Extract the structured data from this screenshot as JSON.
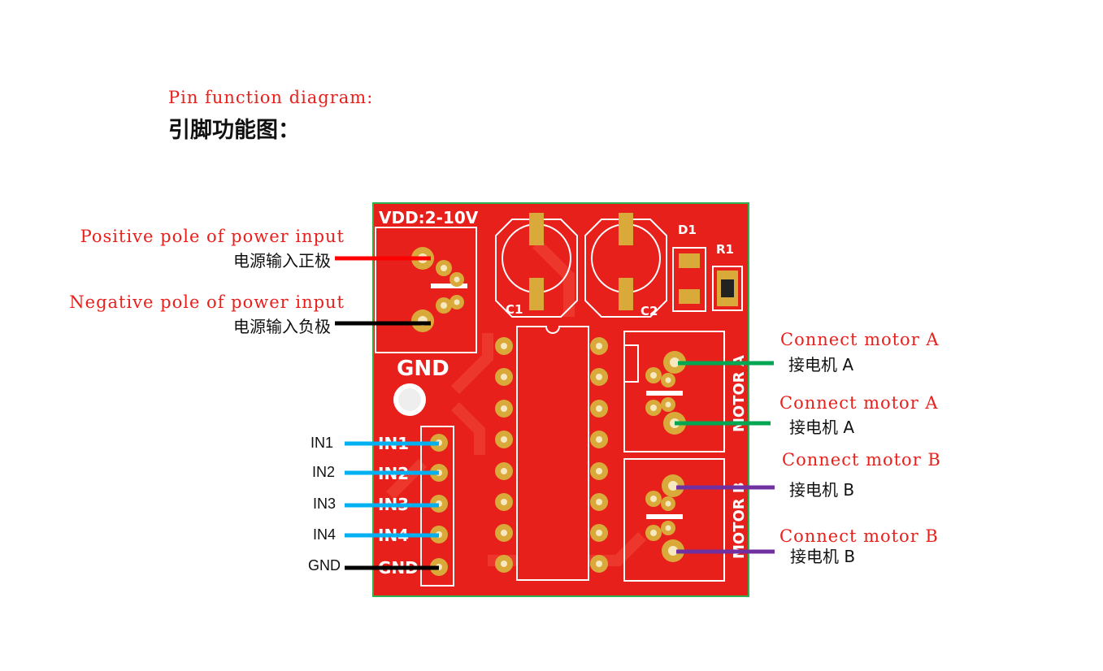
{
  "title": {
    "en": "Pin function diagram:",
    "zh": "引脚功能图："
  },
  "board": {
    "vdd_label": "VDD:2-10V",
    "gnd_label": "GND",
    "c1": "C1",
    "c2": "C2",
    "d1": "D1",
    "r1": "R1",
    "motor_a": "MOTOR A",
    "motor_b": "MOTOR B",
    "in_silks": [
      "IN1",
      "IN2",
      "IN3",
      "IN4",
      "GND"
    ]
  },
  "power_labels": [
    {
      "en": "Positive pole of power input",
      "zh": "电源输入正极",
      "wire_color": "#ff0000"
    },
    {
      "en": "Negative pole of power input",
      "zh": "电源输入负极",
      "wire_color": "#000000"
    }
  ],
  "motor_labels": [
    {
      "en": "Connect motor A",
      "zh": "接电机 A",
      "wire_color": "#00a651"
    },
    {
      "en": "Connect motor A",
      "zh": "接电机 A",
      "wire_color": "#00a651"
    },
    {
      "en": "Connect motor B",
      "zh": "接电机 B",
      "wire_color": "#7030a0"
    },
    {
      "en": "Connect motor B",
      "zh": "接电机 B",
      "wire_color": "#7030a0"
    }
  ],
  "input_pins": [
    {
      "label": "IN1",
      "wire_color": "#00b0f0"
    },
    {
      "label": "IN2",
      "wire_color": "#00b0f0"
    },
    {
      "label": "IN3",
      "wire_color": "#00b0f0"
    },
    {
      "label": "IN4",
      "wire_color": "#00b0f0"
    },
    {
      "label": "GND",
      "wire_color": "#000000"
    }
  ],
  "colors": {
    "pcb": "#e8201c",
    "pad": "#d9a93a",
    "silkscreen": "#ffffff",
    "border": "#2fb24c"
  }
}
